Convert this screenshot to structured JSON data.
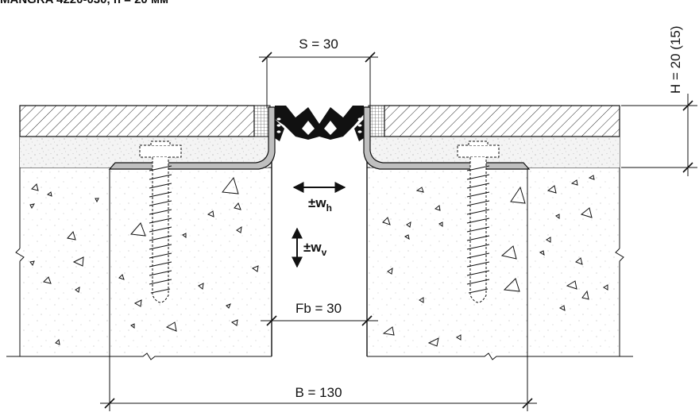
{
  "title": "MANGRA 4220-030, h = 20 мм",
  "dimensions": {
    "s": "S = 30",
    "h": "H = 20 (15)",
    "fb": "Fb = 30",
    "b": "B = 130"
  },
  "movements": {
    "horizontal": {
      "main": "±w",
      "sub": "h"
    },
    "vertical": {
      "main": "±w",
      "sub": "v"
    }
  },
  "colors": {
    "line": "#111111",
    "profile_fill": "#bfbfbf",
    "seal_fill": "#111111",
    "screed_fill": "#f4f4f4",
    "coating_fill": "#ffffff"
  }
}
